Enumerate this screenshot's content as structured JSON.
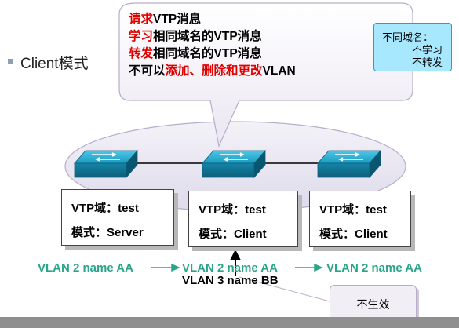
{
  "bullet": {
    "text": "Client模式"
  },
  "callout": {
    "line1_red": "请求",
    "line1_rest": "VTP消息",
    "line2_red": "学习",
    "line2_rest": "相同域名的VTP消息",
    "line3_red": "转发",
    "line3_rest": "相同域名的VTP消息",
    "line4_pre": "不可以",
    "line4_red": "添加、删除和更改",
    "line4_post": "VLAN"
  },
  "note": {
    "title": "不同域名：",
    "line1": "不学习",
    "line2": "不转发"
  },
  "switches": [
    {
      "domain": "VTP域：test",
      "mode": "模式：Server"
    },
    {
      "domain": "VTP域：test",
      "mode": "模式：Client"
    },
    {
      "domain": "VTP域：test",
      "mode": "模式：Client"
    }
  ],
  "vlan_flow": {
    "left": "VLAN 2 name AA",
    "middle": "VLAN 2 name AA",
    "right": "VLAN 2 name AA",
    "injected": "VLAN 3 name BB"
  },
  "no_effect": {
    "text": "不生效"
  },
  "colors": {
    "highlight_red": "#e00000",
    "vlan_green": "#2aa58a",
    "switch_teal": "#1ba6c8",
    "cloud_fill": "#e6e2ef",
    "note_fill": "#a8e8ff"
  },
  "icons": {
    "switch": "network-switch-icon"
  }
}
